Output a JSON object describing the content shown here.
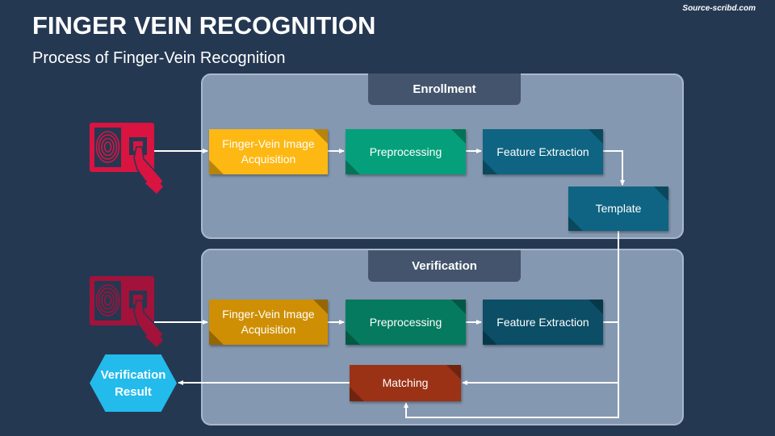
{
  "header": {
    "title": "FINGER VEIN RECOGNITION",
    "subtitle": "Process of Finger-Vein Recognition",
    "source": "Source-scribd.com"
  },
  "enrollment": {
    "label": "Enrollment",
    "steps": [
      {
        "label": "Finger-Vein Image Acquisition",
        "color": "#fdb813"
      },
      {
        "label": "Preprocessing",
        "color": "#05a07b"
      },
      {
        "label": "Feature Extraction",
        "color": "#0e6482"
      },
      {
        "label": "Template",
        "color": "#0e6482"
      }
    ]
  },
  "verification": {
    "label": "Verification",
    "steps": [
      {
        "label": "Finger-Vein Image Acquisition",
        "color": "#cf8f04"
      },
      {
        "label": "Preprocessing",
        "color": "#057a5e"
      },
      {
        "label": "Feature Extraction",
        "color": "#0b4e66"
      },
      {
        "label": "Matching",
        "color": "#9b3216"
      }
    ],
    "result": {
      "label": "Verification Result",
      "color": "#22bbec"
    }
  },
  "icons": {
    "enroll_scanner": {
      "name": "fingerprint-scanner-icon",
      "color": "#d91441"
    },
    "verify_scanner": {
      "name": "fingerprint-scanner-icon",
      "color": "#a3123a"
    }
  }
}
